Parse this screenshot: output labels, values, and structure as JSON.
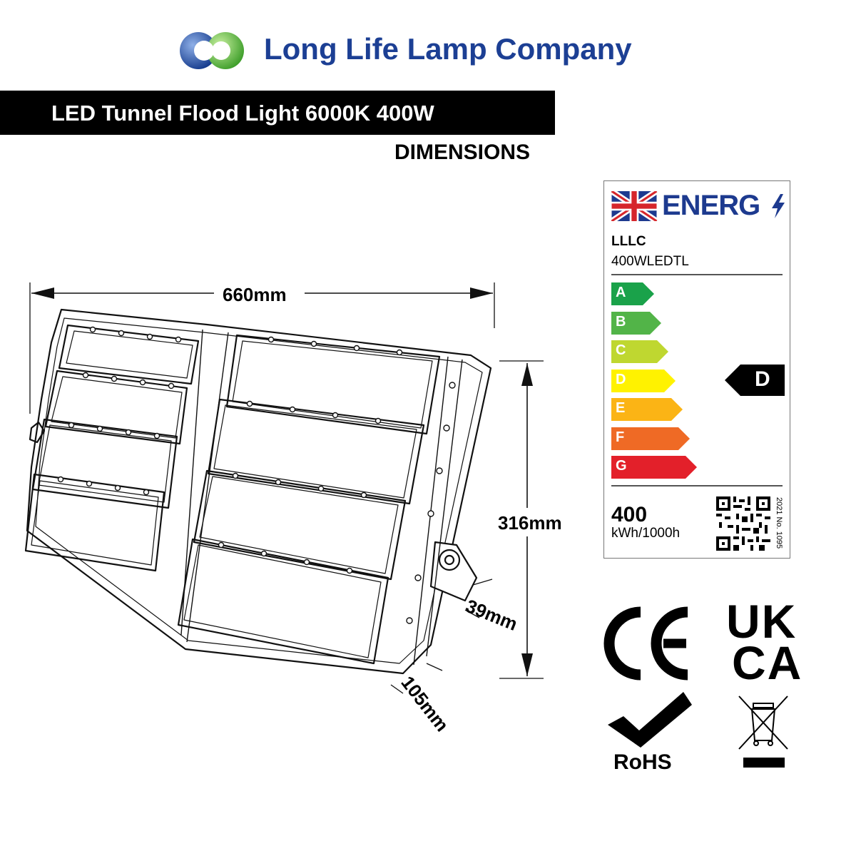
{
  "header": {
    "company_name": "Long Life Lamp Company",
    "product_title": "LED Tunnel Flood Light 6000K 400W",
    "section_title": "DIMENSIONS"
  },
  "dimensions": {
    "width": "660mm",
    "height": "316mm",
    "bracket_depth": "39mm",
    "body_depth": "105mm"
  },
  "energy_label": {
    "brand_word": "ENERG",
    "supplier": "LLLC",
    "model": "400WLEDTL",
    "classes": [
      {
        "letter": "A",
        "color": "#1aa24a"
      },
      {
        "letter": "B",
        "color": "#52b448"
      },
      {
        "letter": "C",
        "color": "#bfd730"
      },
      {
        "letter": "D",
        "color": "#fff200"
      },
      {
        "letter": "E",
        "color": "#fbb415"
      },
      {
        "letter": "F",
        "color": "#ef6a25"
      },
      {
        "letter": "G",
        "color": "#e3202a"
      }
    ],
    "rating": "D",
    "consumption_value": "400",
    "consumption_unit": "kWh/1000h",
    "regulation": "2021 No. 1095"
  },
  "certifications": {
    "ce": "CE",
    "ukca_line1": "UK",
    "ukca_line2": "CA",
    "rohs": "RoHS",
    "weee_icon": "crossed-bin-icon"
  },
  "colors": {
    "brand_blue": "#1c3f94",
    "logo_green": "#6cc04a"
  }
}
